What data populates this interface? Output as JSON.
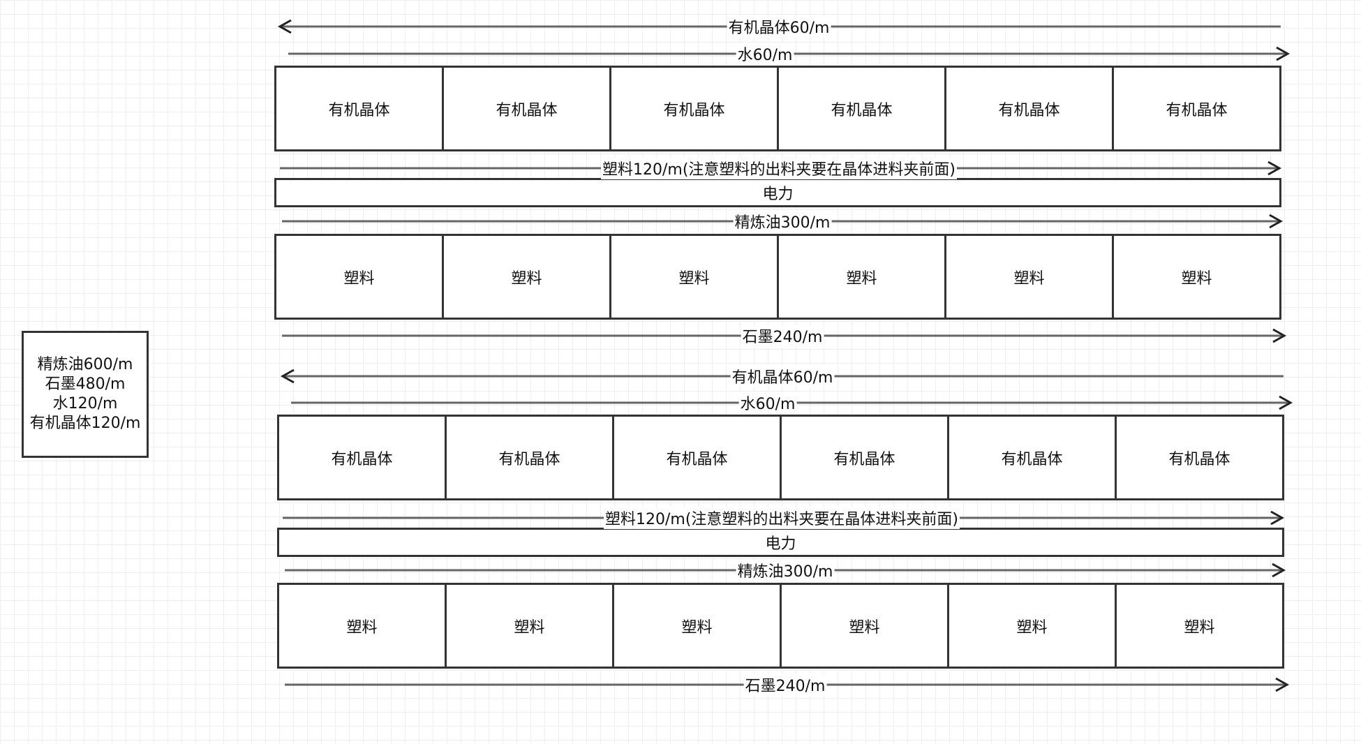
{
  "summary": [
    "精炼油600/m",
    "石墨480/m",
    "水120/m",
    "有机晶体120/m"
  ],
  "groups": [
    {
      "crystal_in": "有机晶体60/m",
      "water_in": "水60/m",
      "crystal_cells": [
        "有机晶体",
        "有机晶体",
        "有机晶体",
        "有机晶体",
        "有机晶体",
        "有机晶体"
      ],
      "plastic_belt": "塑料120/m(注意塑料的出料夹要在晶体进料夹前面)",
      "power": "电力",
      "oil_belt": "精炼油300/m",
      "plastic_cells": [
        "塑料",
        "塑料",
        "塑料",
        "塑料",
        "塑料",
        "塑料"
      ],
      "graphite_belt": "石墨240/m"
    },
    {
      "crystal_in": "有机晶体60/m",
      "water_in": "水60/m",
      "crystal_cells": [
        "有机晶体",
        "有机晶体",
        "有机晶体",
        "有机晶体",
        "有机晶体",
        "有机晶体"
      ],
      "plastic_belt": "塑料120/m(注意塑料的出料夹要在晶体进料夹前面)",
      "power": "电力",
      "oil_belt": "精炼油300/m",
      "plastic_cells": [
        "塑料",
        "塑料",
        "塑料",
        "塑料",
        "塑料",
        "塑料"
      ],
      "graphite_belt": "石墨240/m"
    }
  ]
}
